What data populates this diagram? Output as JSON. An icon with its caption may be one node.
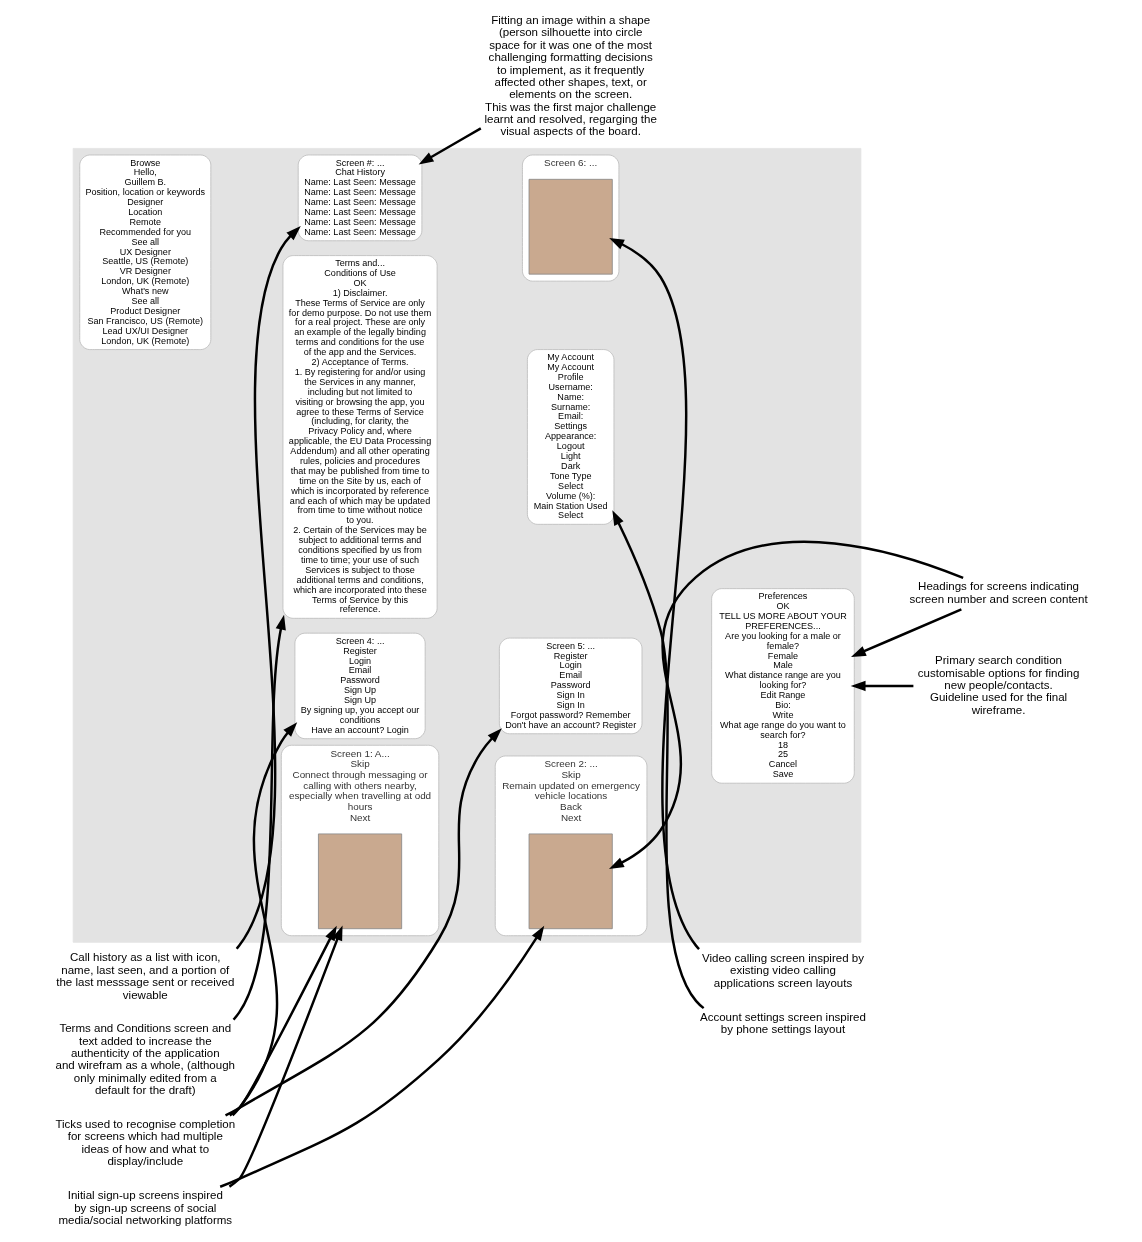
{
  "diagram": {
    "nodes": [
      {
        "text": [
          "Initial sign-up screens inspired by sign-up screens of social media/social networking platforms"
        ]
      },
      {
        "text": [],
        "shape": "box"
      },
      {
        "text": [
          "Screen 1: A...",
          "Skip",
          "Connect through messaging or calling with others nearby, especially when travelling at odd hours",
          "Next"
        ],
        "in": 1
      },
      {
        "text": [],
        "shape": "box",
        "in": 2
      },
      {
        "text": [
          "Screen 2: ...",
          "Skip",
          "Remain updated on emergency vehicle locations",
          "Back",
          "Next"
        ],
        "in": 1
      },
      {
        "text": [],
        "shape": "box",
        "in": 4
      },
      {
        "text": [
          "Screen 4: ...",
          "Register",
          "Login",
          "Email",
          "Password",
          "Sign Up",
          "Sign Up",
          "By signing up, you accept our conditions",
          "Have an account? Login"
        ],
        "in": 1
      },
      {
        "text": [
          "Screen 5: ...",
          "Register",
          "Login",
          "Email",
          "Password",
          "Sign In",
          "Sign In",
          "Forgot password? Remember",
          "Don't have an account? Register"
        ],
        "in": 1
      },
      {
        "text": [
          "Preferences",
          "OK",
          "TELL US MORE ABOUT YOUR PREFERENCES...",
          "Are you looking for a male or female?",
          "Female",
          "Male",
          "What distance range are you looking for?",
          "Edit Range",
          "Bio:",
          "Write",
          "What age range do you want to search for?",
          "18",
          "25",
          "Cancel",
          "Save"
        ],
        "in": 1
      },
      {
        "text": [
          "Browse",
          "Hello,",
          "Guillem B.",
          "Position, location or keywords",
          "Designer",
          "Location",
          "Remote",
          "Recommended for you",
          "See all",
          "UX Designer",
          "Seattle, US (Remote)",
          "VR Designer",
          "London, UK (Remote)",
          "What's new",
          "See all",
          "Product Designer",
          "San Francisco, US (Remote)",
          "Lead UX/UI Designer",
          "London, UK (Remote)"
        ],
        "in": 1
      },
      {
        "text": [
          "Screen #: ...",
          "Chat History",
          "Name: Last Seen: Message",
          "Name: Last Seen: Message",
          "Name: Last Seen: Message",
          "Name: Last Seen: Message",
          "Name: Last Seen: Message",
          "Name: Last Seen: Message"
        ],
        "in": 1
      },
      {
        "text": [
          "Screen 6: ..."
        ],
        "in": 1
      },
      {
        "text": [],
        "shape": "box",
        "in": 11
      },
      {
        "text": [
          "Terms and...",
          "Conditions of Use",
          "OK",
          "1) Disclaimer.",
          "These Terms of Service are only for demo purpose. Do not use them for a real project. These are only an example of the legally binding terms and conditions for the use of the app and the Services.",
          "2) Acceptance of Terms.",
          "1. By registering for and/or using the Services in any manner, including but not limited to visiting or browsing the app, you agree to these Terms of Service (including, for clarity, the Privacy Policy and, where applicable, the EU Data Processing Addendum) and all other operating rules, policies and procedures that may be published from time to time on the Site by us, each of which is incorporated by reference and each of which may be updated from time to time without notice to you.",
          "2. Certain of the Services may be subject to additional terms and conditions specified by us from time to time; your use of such Services is subject to those additional terms and conditions, which are incorporated into these Terms of Service by this reference."
        ],
        "in": 1
      },
      {
        "text": [
          "My Account",
          "My Account",
          "Profile",
          "Username:",
          "Name:",
          "Surname:",
          "Email:",
          "Settings",
          "Appearance:",
          "Logout",
          "Light",
          "Dark",
          "Tone Type",
          "Select",
          "Volume (%):",
          "Main Station Used",
          "Select"
        ],
        "in": 1
      },
      {
        "text": [
          "Headings for screens indicating screen number and screen content"
        ]
      },
      {
        "text": [
          "Ticks used to recognise completion for screens which had multiple ideas of how and what to display/include"
        ]
      },
      {
        "text": [
          "Primary search condition customisable options for finding new people/contacts.",
          "Guideline used for the final wireframe."
        ]
      },
      {
        "text": [
          "Call history as a list with icon, name, last seen, and a portion of the last messsage sent or received viewable"
        ]
      },
      {
        "text": [
          "Video calling screen inspired by existing video calling applications screen layouts"
        ]
      },
      {
        "text": [
          "Fitting an image within a shape (person silhouette into circle space for it was one of the most challenging formatting decisions to implement, as it frequently affected other shapes, text, or elements on the screen.",
          "This was the first major challenge learnt and resolved, regarging the visual aspects of the board."
        ]
      },
      {
        "text": [
          "Terms and Conditions screen and text added to increase the authenticity of the application and wirefram as a whole, (although only minimally edited from a default for the draft)"
        ]
      },
      {
        "text": [
          "Account settings screen inspired by phone settings layout"
        ]
      }
    ],
    "edges": [
      {
        "from": 0,
        "to": 3,
        "arrow": "to"
      },
      {
        "from": 0,
        "to": 5,
        "arrow": "to"
      },
      {
        "from": 15,
        "to": 5,
        "arrow": "to"
      },
      {
        "from": 15,
        "to": 8,
        "arrow": "to"
      },
      {
        "from": 16,
        "to": 3,
        "arrow": "to"
      },
      {
        "from": 16,
        "to": 7,
        "arrow": "to"
      },
      {
        "from": 16,
        "to": 6,
        "arrow": "to"
      },
      {
        "from": 17,
        "to": 8,
        "arrow": "to"
      },
      {
        "from": 18,
        "to": 10,
        "arrow": "to"
      },
      {
        "from": 19,
        "to": 12,
        "arrow": "to"
      },
      {
        "from": 20,
        "to": 10,
        "arrow": "to"
      },
      {
        "from": 21,
        "to": 13,
        "arrow": "to"
      },
      {
        "from": 22,
        "to": 14,
        "arrow": "to"
      }
    ]
  }
}
